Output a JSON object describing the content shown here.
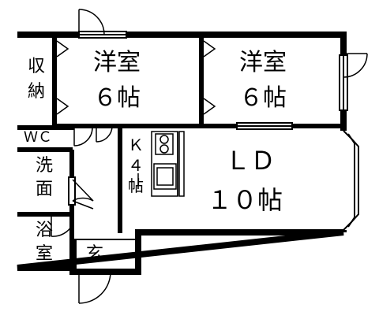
{
  "floor_plan": {
    "rooms": {
      "western_room_left": {
        "name": "洋室",
        "size": "６帖"
      },
      "western_room_right": {
        "name": "洋室",
        "size": "６帖"
      },
      "ld": {
        "name": "ＬＤ",
        "size": "１０帖"
      },
      "kitchen": {
        "name": "Ｋ",
        "size": "４",
        "unit": "帖"
      },
      "storage": {
        "line1": "収",
        "line2": "納"
      },
      "wc": {
        "name": "ＷＣ"
      },
      "washroom": {
        "line1": "洗",
        "line2": "面"
      },
      "bathroom": {
        "line1": "浴",
        "line2": "室"
      },
      "entrance": {
        "name": "玄"
      }
    }
  }
}
